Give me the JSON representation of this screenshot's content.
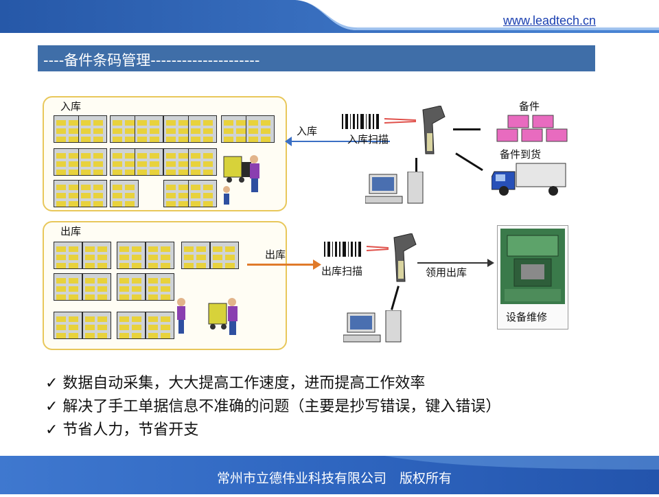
{
  "header": {
    "website": "www.leadtech.cn"
  },
  "title_bar": {
    "text": "----备件条码管理---------------------"
  },
  "diagram": {
    "inbound": {
      "area_label": "入库",
      "arrow_label": "入库",
      "scan_label": "入库扫描",
      "parts_label": "备件",
      "arrival_label": "备件到货"
    },
    "outbound": {
      "area_label": "出库",
      "arrow_label": "出库",
      "scan_label": "出库扫描",
      "requisition_label": "领用出库",
      "maintenance_label": "设备维修"
    }
  },
  "bullets": [
    "✓ 数据自动采集，大大提高工作速度，进而提高工作效率",
    "✓ 解决了手工单据信息不准确的问题（主要是抄写错误，键入错误）",
    "✓ 节省人力，节省开支"
  ],
  "footer": {
    "text": "常州市立德伟业科技有限公司　版权所有"
  },
  "colors": {
    "header_blue": "#2d5fb0",
    "title_bar": "#3f6ea8",
    "footer_blue": "#2f6cc4"
  }
}
